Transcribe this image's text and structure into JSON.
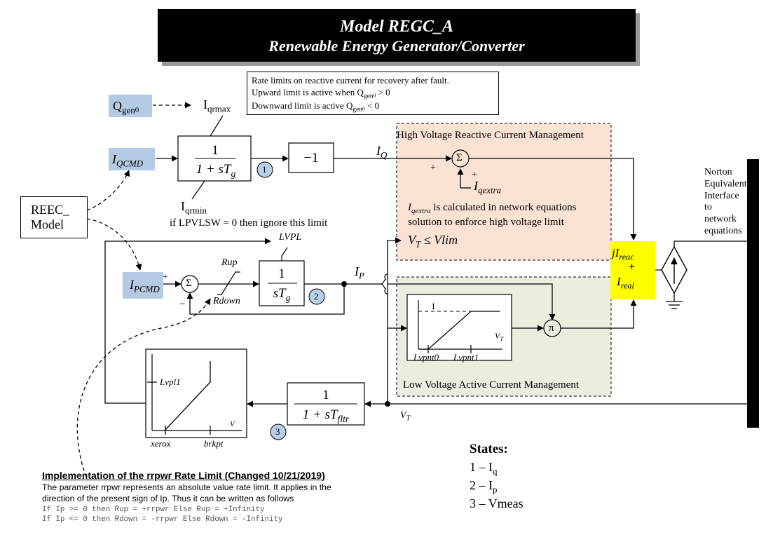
{
  "title": {
    "line1": "Model REGC_A",
    "line2": "Renewable Energy Generator/Converter"
  },
  "note_box": {
    "line1": "Rate limits on reactive current for recovery after fault.",
    "line2_a": "Upward limit is active when Q",
    "line2_b": "gen",
    "line2_c": "0",
    "line2_d": " > 0",
    "line3_a": "Downward limit is active Q",
    "line3_b": "gen",
    "line3_c": "0",
    "line3_d": " < 0"
  },
  "inputs": {
    "qgen_main": "Q",
    "qgen_sub": "gen",
    "qgen_subsub": "0",
    "iqcmd_main": "I",
    "iqcmd_sub": "QCMD",
    "ipcmd_main": "I",
    "ipcmd_sub": "PCMD",
    "reec_line1": "REEC_",
    "reec_line2": "Model"
  },
  "limits": {
    "iqrmax": "I",
    "iqrmax_sub": "qrmax",
    "iqrmin": "I",
    "iqrmin_sub": "qrmin",
    "lpvlsw_note": "if LPVLSW = 0 then ignore this limit",
    "lvpl": "LVPL",
    "rup": "Rup",
    "rdown": "Rdown"
  },
  "blocks": {
    "iq_lag_num": "1",
    "iq_lag_den": "1 + sT",
    "iq_lag_den_sub": "g",
    "neg_one": "−1",
    "ip_int_num": "1",
    "ip_int_den": "sT",
    "ip_int_den_sub": "g",
    "vmeas_num": "1",
    "vmeas_den": "1 + sT",
    "vmeas_den_sub": "fltr"
  },
  "states_circles": [
    "1",
    "2",
    "3"
  ],
  "signals": {
    "iq": "I",
    "iq_sub": "Q",
    "ip": "I",
    "ip_sub": "P",
    "vt": "V",
    "vt_sub": "T",
    "vt_le": "V",
    "vt_le_sub": "T",
    "vt_le_rest": " ≤ Vlim",
    "iqextra": "I",
    "iqextra_sub": "qextra",
    "plus": "+",
    "minus": "−",
    "sum": "Σ",
    "pi": "π"
  },
  "hv_region": {
    "title": "High Voltage Reactive Current Management",
    "note_a": "I",
    "note_sub": "qextra",
    "note_b": " is calculated in network equations",
    "note_line2": "solution to enforce high voltage limit"
  },
  "lv_region": {
    "title": "Low Voltage Active Current Management",
    "one": "1",
    "lvpnt0": "Lvpnt0",
    "lvpnt1": "Lvpnt1",
    "vt": "V",
    "vt_sub": "T"
  },
  "lvpl_graph": {
    "lvpl1": "Lvpl1",
    "xerox": "xerox",
    "brkpt": "brkpt",
    "v": "V"
  },
  "output": {
    "jireac_j": "jI",
    "jireac_sub": "reac",
    "plus": "+",
    "ireal": "I",
    "ireal_sub": "real",
    "norton": [
      "Norton",
      "Equivalent",
      "Interface to",
      "network",
      "equations"
    ]
  },
  "states": {
    "heading": "States:",
    "items": [
      {
        "num": "1 – I",
        "sub": "q"
      },
      {
        "num": "2 – I",
        "sub": "p"
      },
      {
        "num": "3 – Vmeas",
        "sub": ""
      }
    ]
  },
  "implementation": {
    "heading": "Implementation of the rrpwr Rate Limit (Changed 10/21/2019)",
    "line1": "The parameter rrpwr represents an absolute value rate limit.  It applies in the",
    "line2": "direction of the present sign of Ip.  Thus it can be written as follows",
    "code1": "If Ip >= 0 then Rup   = +rrpwr Else Rup   = +Infinity",
    "code2": "If Ip <= 0 then Rdown = -rrpwr Else Rdown = -Infinity"
  },
  "colors": {
    "title_bg": "#000000",
    "input_blue": "#b4cbe3",
    "hv_fill": "#fbe3d3",
    "lv_fill": "#e9eedf",
    "output_yellow": "#ffff00",
    "state_circle": "#b7cfe8"
  }
}
